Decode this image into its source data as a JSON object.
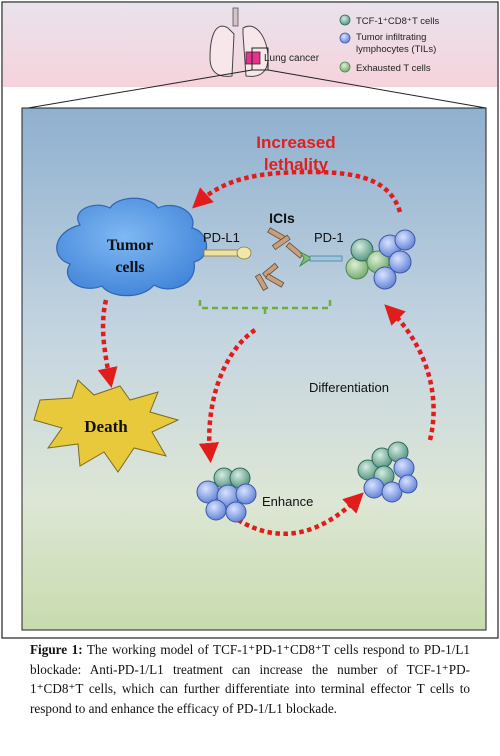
{
  "legend": {
    "items": [
      {
        "label": "TCF-1⁺CD8⁺T cells",
        "color": "#5e9f88"
      },
      {
        "label": "Tumor infiltrating lymphocytes (TILs)",
        "line1": "Tumor infiltrating",
        "line2": "lymphocytes (TILs)",
        "color": "#7d9ee0"
      },
      {
        "label": "Exhausted T cells",
        "color": "#8fc08a"
      }
    ]
  },
  "organ": {
    "label": "Lung cancer"
  },
  "diagram": {
    "increased_lethality": {
      "line1": "Increased",
      "line2": "lethality"
    },
    "tumor": {
      "line1": "Tumor",
      "line2": "cells"
    },
    "pd_l1": "PD-L1",
    "icis": "ICIs",
    "pd_1": "PD-1",
    "death": "Death",
    "differentiation": "Differentiation",
    "enhance": "Enhance"
  },
  "caption": {
    "label": "Figure 1:",
    "line1": "The working model of TCF-1⁺PD-1⁺CD8⁺T cells respond to PD-1/L1 blockade: Anti-PD-1/L1 treatment can increase the number of TCF-1⁺PD-1⁺CD8⁺T cells, which can further differentiate into terminal effector T cells to respond to and enhance the efficacy of PD-1/L1 blockade."
  },
  "colors": {
    "arrow": "#e21b1b",
    "lethality_text": "#e02020",
    "death_star": "#e7c93b",
    "tumor": "#4a8fe3",
    "receptor": "#7abf76",
    "antibody": "#b99270"
  }
}
